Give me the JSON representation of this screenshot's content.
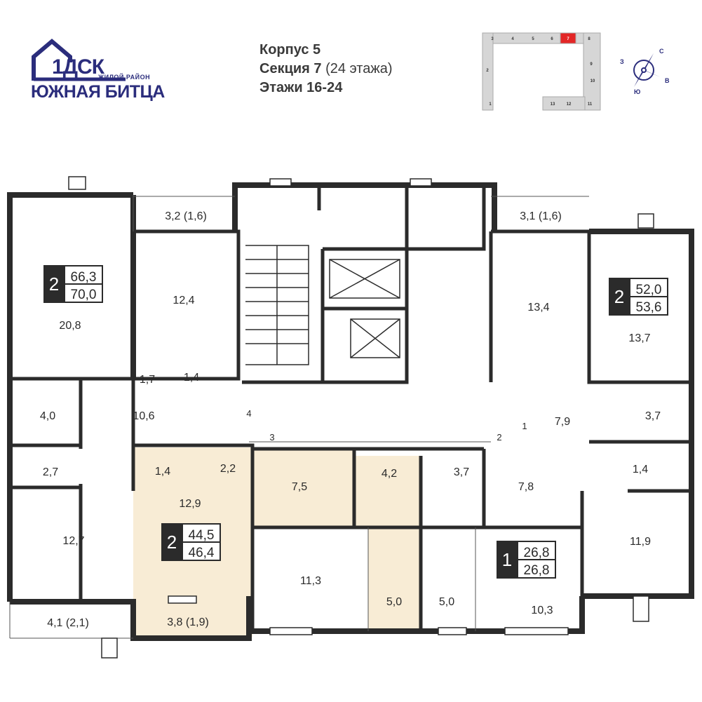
{
  "logo": {
    "brand": "1ДСК",
    "subtitle": "ЖИЛОЙ РАЙОН",
    "name": "ЮЖНАЯ БИТЦА"
  },
  "info": {
    "building": "Корпус 5",
    "section_label": "Секция 7",
    "section_floors": "(24 этажа)",
    "floors": "Этажи 16-24"
  },
  "key_plan": {
    "sections": [
      "1",
      "2",
      "3",
      "4",
      "5",
      "6",
      "7",
      "8",
      "9",
      "10",
      "11",
      "12",
      "13"
    ],
    "active": "7",
    "active_color": "#e32626"
  },
  "compass": {
    "n": "С",
    "w": "З",
    "e": "В",
    "s": "Ю"
  },
  "colors": {
    "wall": "#2b2b2b",
    "highlight": "#f8ecd5",
    "brand": "#2b2d7c"
  },
  "apartments": [
    {
      "rooms": "2",
      "living": "66,3",
      "total": "70,0"
    },
    {
      "rooms": "2",
      "living": "52,0",
      "total": "53,6"
    },
    {
      "rooms": "2",
      "living": "44,5",
      "total": "46,4"
    },
    {
      "rooms": "1",
      "living": "26,8",
      "total": "26,8"
    }
  ],
  "rooms": {
    "a1_balcony": "3,2 (1,6)",
    "a1_kitchen": "12,4",
    "a1_room": "20,8",
    "a1_hall_small": "1,7",
    "a1_wc": "1,4",
    "a1_bath": "4,0",
    "a1_hall": "10,6",
    "a1_storage": "2,7",
    "a1_room2": "12,7",
    "a1_loggia": "4,1 (2,1)",
    "lobby_4": "4",
    "lobby_3": "3",
    "lobby_2": "2",
    "lobby_1": "1",
    "a3_wc": "1,4",
    "a3_hall": "2,2",
    "a3_corridor": "7,5",
    "a3_bath": "4,2",
    "a3_room": "12,9",
    "a3_room2": "11,3",
    "a3_kitchen": "5,0",
    "a3_loggia": "3,8 (1,9)",
    "a4_bath": "3,7",
    "a4_hall": "7,8",
    "a4_kitchen": "5,0",
    "a4_room": "10,3",
    "a2_balcony": "3,1 (1,6)",
    "a2_kitchen": "13,4",
    "a2_room": "13,7",
    "a2_hall": "7,9",
    "a2_bath": "3,7",
    "a2_wc": "1,4",
    "a2_room2": "11,9"
  }
}
